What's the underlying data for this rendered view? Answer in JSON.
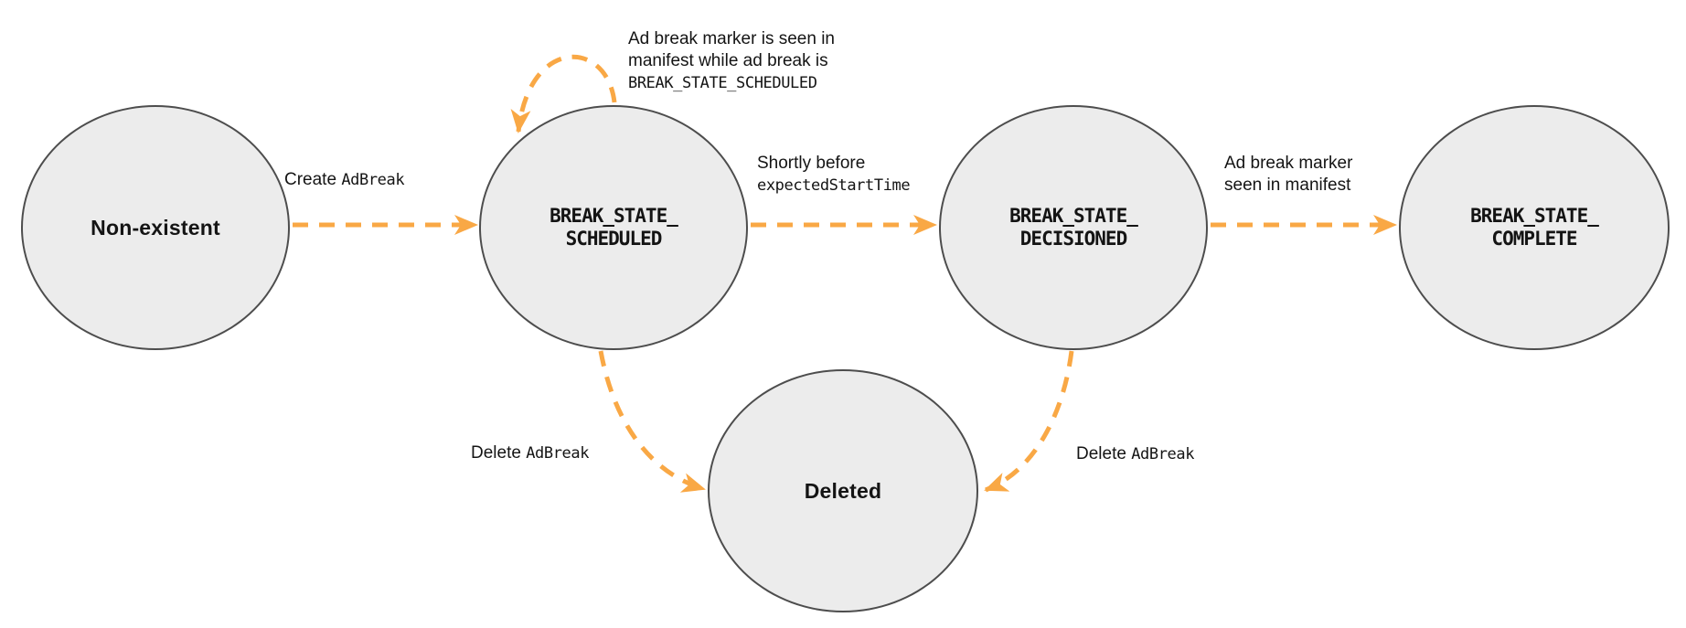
{
  "diagram": {
    "colors": {
      "arrow": "#F9A845",
      "node_fill": "#ECECEC",
      "node_border": "#4D4D4D",
      "text": "#141414"
    },
    "nodes": {
      "non_existent": {
        "label": "Non-existent"
      },
      "scheduled": {
        "line1": "BREAK_STATE_",
        "line2": "SCHEDULED"
      },
      "decisioned": {
        "line1": "BREAK_STATE_",
        "line2": "DECISIONED"
      },
      "complete": {
        "line1": "BREAK_STATE_",
        "line2": "COMPLETE"
      },
      "deleted": {
        "label": "Deleted"
      }
    },
    "edges": {
      "create": {
        "text": "Create ",
        "code": "AdBreak"
      },
      "seen_while_scheduled": {
        "line1": "Ad break marker is seen in",
        "line2": "manifest while ad break is",
        "code": "BREAK_STATE_SCHEDULED"
      },
      "shortly_before": {
        "text": "Shortly before",
        "code": "expectedStartTime"
      },
      "marker_seen": {
        "line1": "Ad break marker",
        "line2": "seen in manifest"
      },
      "delete_from_scheduled": {
        "text": "Delete ",
        "code": "AdBreak"
      },
      "delete_from_decisioned": {
        "text": "Delete ",
        "code": "AdBreak"
      }
    }
  }
}
